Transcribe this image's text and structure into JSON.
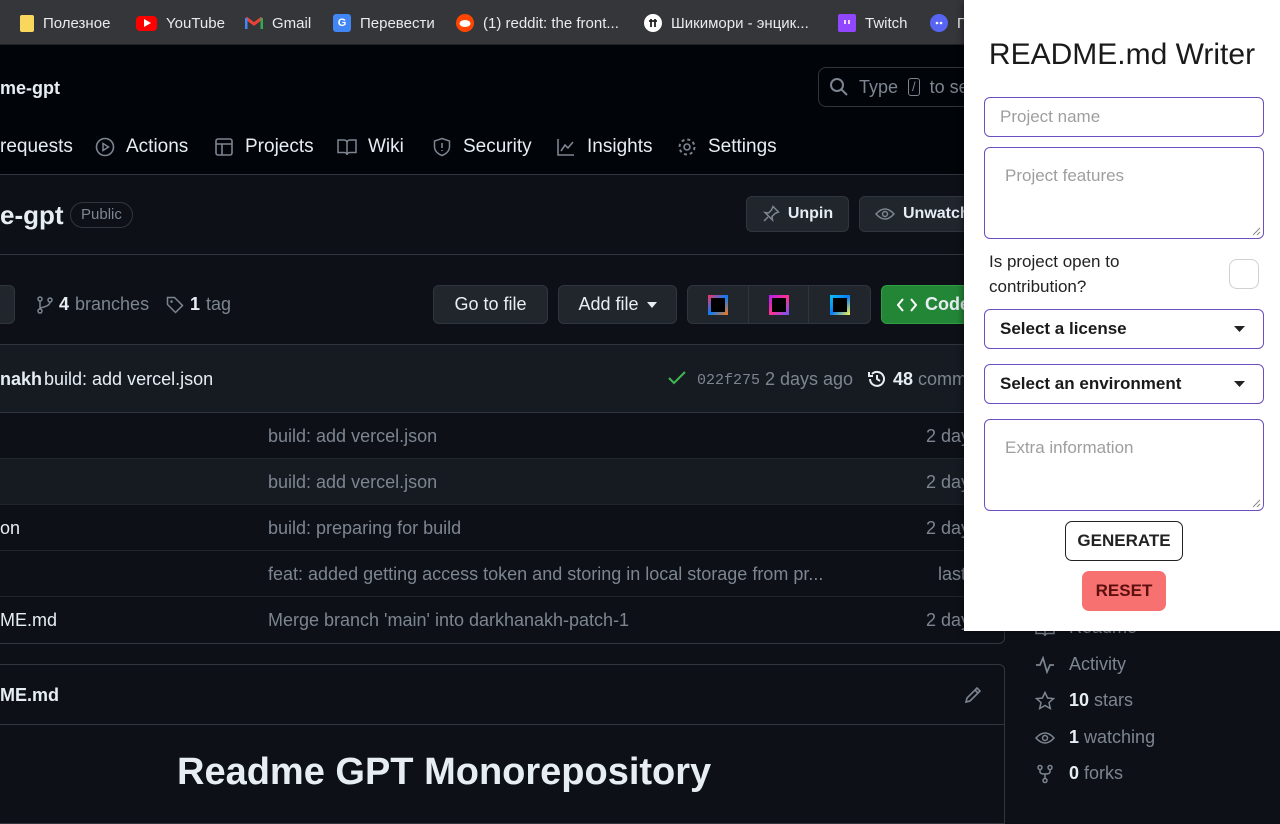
{
  "bookmarks": [
    {
      "label": "Полезное",
      "icon": "folder-icon"
    },
    {
      "label": "YouTube",
      "icon": "youtube-icon"
    },
    {
      "label": "Gmail",
      "icon": "gmail-icon"
    },
    {
      "label": "Перевести",
      "icon": "translate-icon"
    },
    {
      "label": "(1) reddit: the front...",
      "icon": "reddit-icon"
    },
    {
      "label": "Шикимори - энцик...",
      "icon": "shikimori-icon"
    },
    {
      "label": "Twitch",
      "icon": "twitch-icon"
    },
    {
      "label": "П",
      "icon": "discord-icon"
    }
  ],
  "github": {
    "repo_short": "me-gpt",
    "search_placeholder_a": "Type",
    "search_key": "/",
    "search_placeholder_b": "to sea",
    "tabs": [
      {
        "label": "requests",
        "icon": ""
      },
      {
        "label": "Actions",
        "icon": "play-circle-icon"
      },
      {
        "label": "Projects",
        "icon": "table-icon"
      },
      {
        "label": "Wiki",
        "icon": "book-icon"
      },
      {
        "label": "Security",
        "icon": "shield-icon"
      },
      {
        "label": "Insights",
        "icon": "graph-icon"
      },
      {
        "label": "Settings",
        "icon": "gear-icon"
      }
    ],
    "repo_title": "e-gpt",
    "visibility": "Public",
    "unpin_label": "Unpin",
    "unwatch_label": "Unwatch",
    "branches_count": "4",
    "branches_label": "branches",
    "tags_count": "1",
    "tags_label": "tag",
    "go_to_file": "Go to file",
    "add_file": "Add file",
    "code_label": "Code",
    "commit": {
      "author": "nakh",
      "message": "build: add vercel.json",
      "hash": "022f275",
      "time": "2 days ago",
      "count": "48",
      "count_label": "comm"
    },
    "files": [
      {
        "name": "",
        "message": "build: add vercel.json",
        "date": "2 days a"
      },
      {
        "name": "",
        "message": "build: add vercel.json",
        "date": "2 days a"
      },
      {
        "name": "on",
        "message": "build: preparing for build",
        "date": "2 days a"
      },
      {
        "name": "",
        "message": "feat: added getting access token and storing in local storage from pr...",
        "date": "last we"
      },
      {
        "name": "ME.md",
        "message": "Merge branch 'main' into darkhanakh-patch-1",
        "date": "2 days a"
      }
    ],
    "readme_file": "ME.md",
    "readme_heading": "Readme GPT Monorepository",
    "sidebar": {
      "partial": "Readme",
      "activity": "Activity",
      "stars_count": "10",
      "stars_label": "stars",
      "watching_count": "1",
      "watching_label": "watching",
      "forks_count": "0",
      "forks_label": "forks"
    }
  },
  "popup": {
    "title": "README.md Writer",
    "project_name_placeholder": "Project name",
    "features_placeholder": "Project features",
    "contribution_label": "Is project open to contribution?",
    "contribution_checked": false,
    "license_select": "Select a license",
    "environment_select": "Select an environment",
    "extra_placeholder": "Extra information",
    "generate_label": "GENERATE",
    "reset_label": "RESET",
    "colors": {
      "border": "#6d4fc2",
      "reset_bg": "#f87171"
    }
  }
}
